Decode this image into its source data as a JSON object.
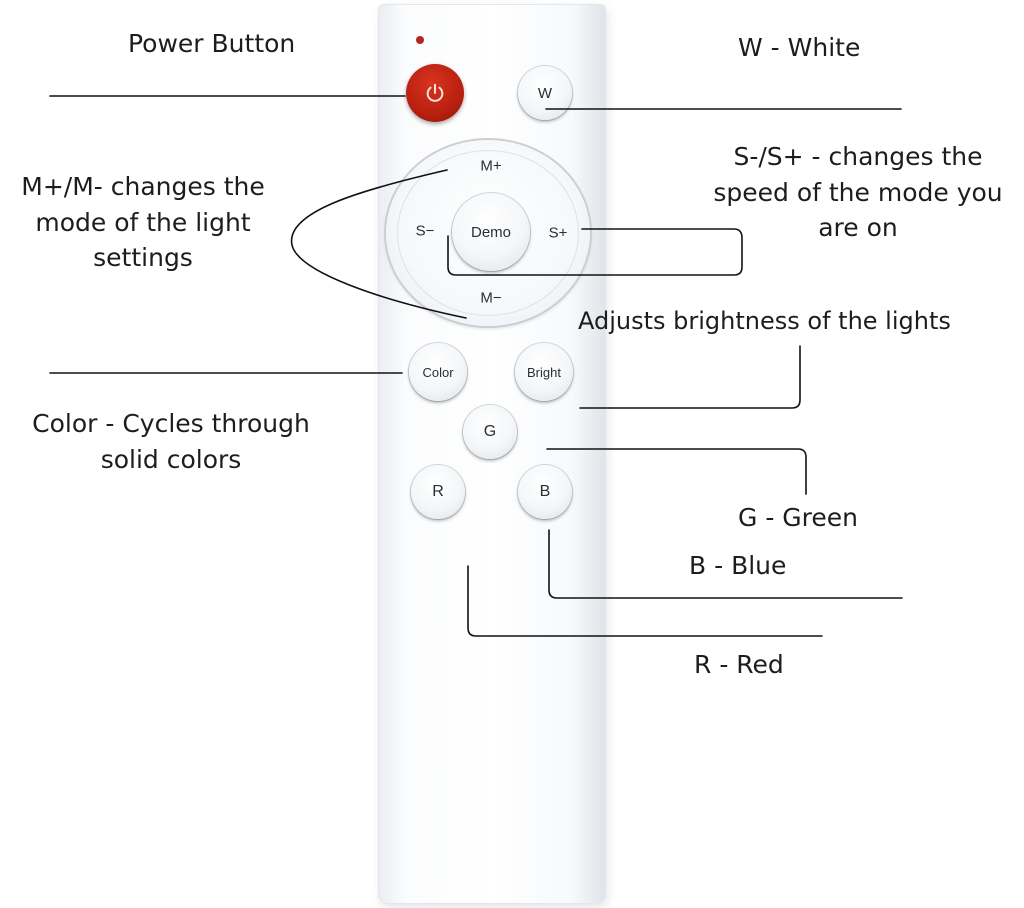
{
  "remote": {
    "buttons": {
      "w": "W",
      "m_plus": "M+",
      "m_minus": "M−",
      "s_minus": "S−",
      "s_plus": "S+",
      "demo": "Demo",
      "color": "Color",
      "bright": "Bright",
      "g": "G",
      "r": "R",
      "b": "B"
    },
    "power_icon": "power-icon",
    "power_color": "#c0261a",
    "led_color": "#b52424"
  },
  "annotations": {
    "power": "Power Button",
    "white": "W - White",
    "mode": [
      "M+/M- changes the",
      "mode of the light",
      "settings"
    ],
    "speed": [
      "S-/S+ - changes the",
      "speed of the mode you",
      "are on"
    ],
    "brightness": "Adjusts brightness of the lights",
    "color": [
      "Color - Cycles through",
      "solid colors"
    ],
    "green": "G - Green",
    "blue": "B - Blue",
    "red": "R - Red"
  }
}
